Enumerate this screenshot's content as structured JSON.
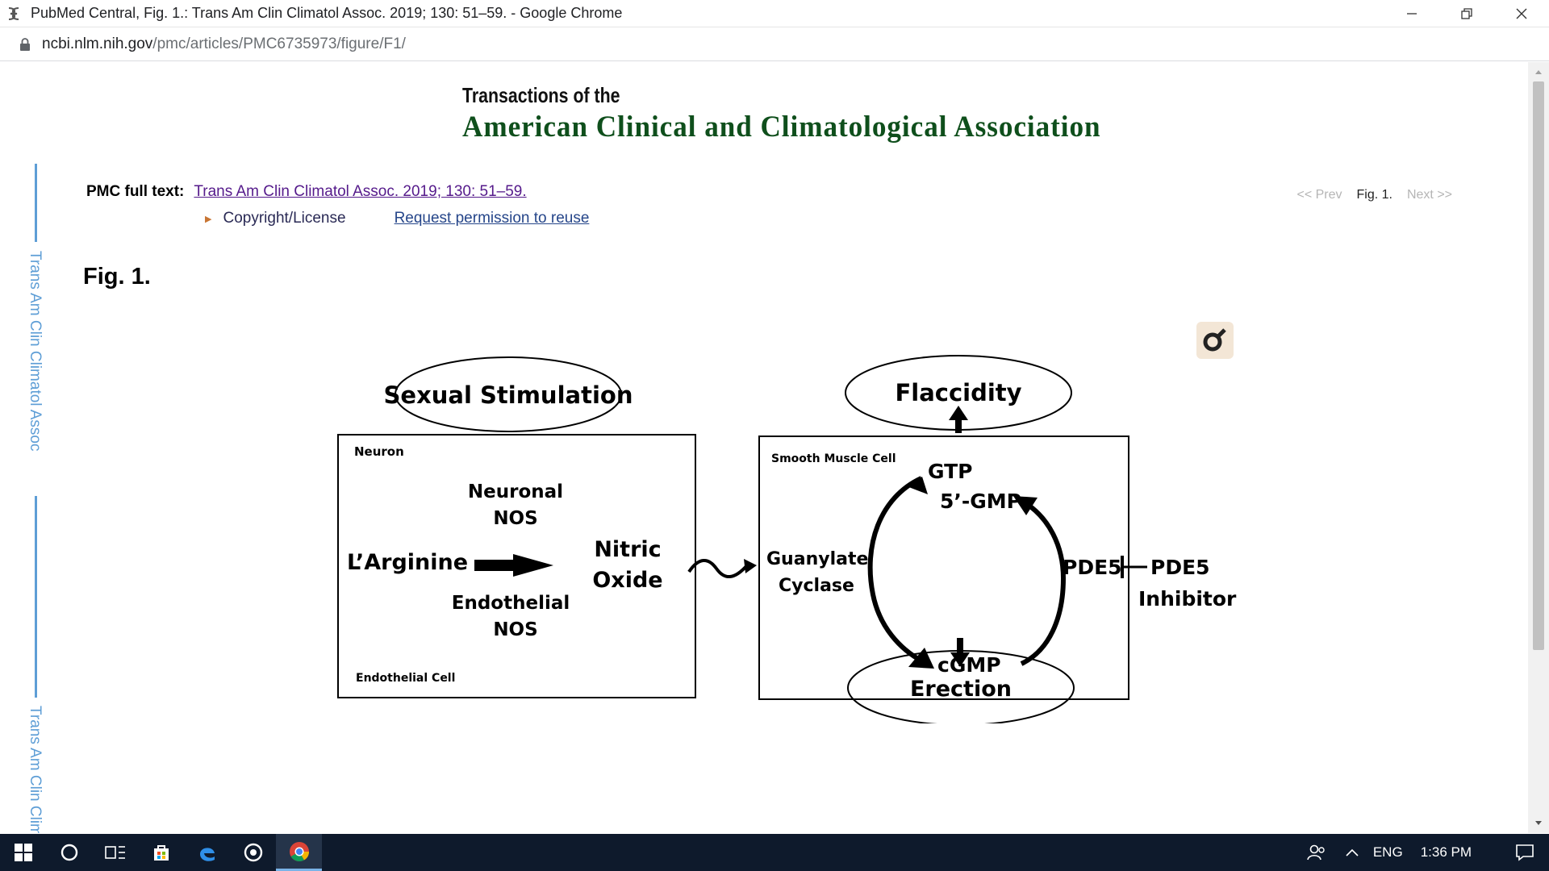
{
  "window": {
    "title": "PubMed Central, Fig. 1.: Trans Am Clin Climatol Assoc. 2019; 130: 51–59. - Google Chrome",
    "minimize_icon": "minimize-icon",
    "maximize_icon": "restore-icon",
    "close_icon": "close-icon"
  },
  "address": {
    "host": "ncbi.nlm.nih.gov",
    "path": "/pmc/articles/PMC6735973/figure/F1/"
  },
  "journal": {
    "line1": "Transactions of the",
    "line2": "American Clinical and Climatological Association"
  },
  "sidebar": {
    "label1": "Trans Am Clin Climatol Assoc",
    "label2": "Trans Am Clin Clima"
  },
  "pmc": {
    "label": "PMC full text:",
    "citation": "Trans Am Clin Climatol Assoc. 2019; 130: 51–59.",
    "copyright": "Copyright/License",
    "reuse": "Request permission to reuse"
  },
  "pager": {
    "prev": "<< Prev",
    "current": "Fig. 1.",
    "next": "Next >>"
  },
  "figure": {
    "heading": "Fig. 1.",
    "sexual_stimulation": "Sexual Stimulation",
    "flaccidity": "Flaccidity",
    "erection": "Erection",
    "neuron": "Neuron",
    "endothelial_cell": "Endothelial Cell",
    "neuronal": "Neuronal",
    "nos1": "NOS",
    "endothelial": "Endothelial",
    "nos2": "NOS",
    "larginine": "L’Arginine",
    "nitric": "Nitric",
    "oxide": "Oxide",
    "smooth_muscle_cell": "Smooth Muscle Cell",
    "guanylate": "Guanylate",
    "cyclase": "Cyclase",
    "gtp": "GTP",
    "gmp5": "5’-GMP",
    "cgmp": "cGMP",
    "pde5": "PDE5",
    "pde5_inh1": "PDE5",
    "pde5_inh2": "Inhibitor"
  },
  "taskbar": {
    "language": "ENG",
    "time": "1:36 PM"
  }
}
